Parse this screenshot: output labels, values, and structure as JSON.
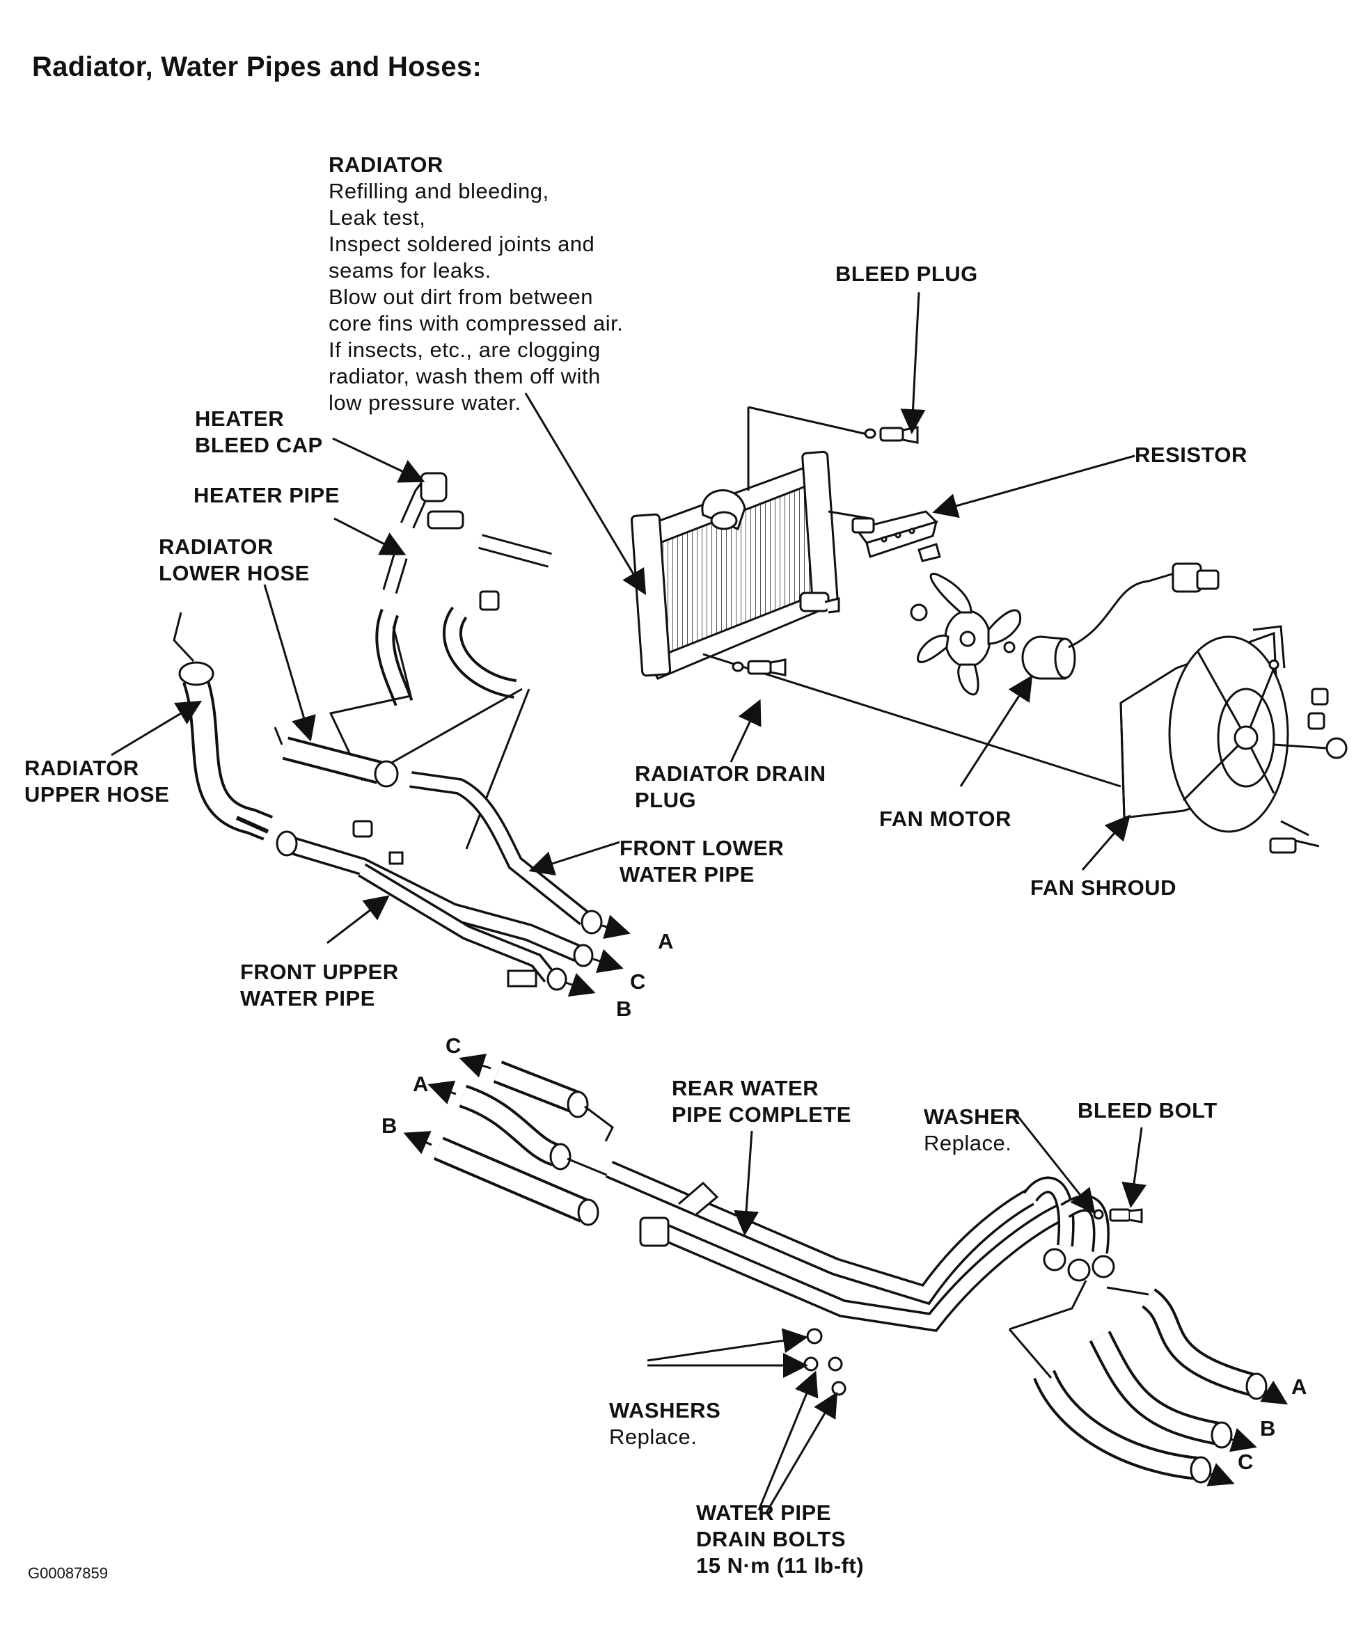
{
  "title": "Radiator, Water Pipes and Hoses:",
  "figure_id": "G00087859",
  "labels": {
    "radiator": {
      "heading": "RADIATOR",
      "note": "Refilling and bleeding,\nLeak test,\nInspect soldered joints and\nseams for leaks.\nBlow out dirt from between\ncore fins with compressed air.\nIf insects, etc., are clogging\nradiator, wash them off with\nlow pressure water."
    },
    "bleed_plug": "BLEED PLUG",
    "resistor": "RESISTOR",
    "heater_bleed_cap": "HEATER\nBLEED CAP",
    "heater_pipe": "HEATER PIPE",
    "radiator_lower_hose": "RADIATOR\nLOWER HOSE",
    "radiator_upper_hose": "RADIATOR\nUPPER HOSE",
    "radiator_drain_plug": "RADIATOR DRAIN\nPLUG",
    "fan_motor": "FAN MOTOR",
    "fan_shroud": "FAN SHROUD",
    "front_lower_water_pipe": "FRONT LOWER\nWATER PIPE",
    "front_upper_water_pipe": "FRONT UPPER\nWATER PIPE",
    "rear_water_pipe_complete": "REAR WATER\nPIPE COMPLETE",
    "washer": {
      "heading": "WASHER",
      "note": "Replace."
    },
    "bleed_bolt": "BLEED BOLT",
    "washers": {
      "heading": "WASHERS",
      "note": "Replace."
    },
    "water_pipe_drain_bolts": "WATER PIPE\nDRAIN BOLTS\n15 N·m (11 lb-ft)"
  },
  "connection_letters": {
    "front_a": "A",
    "front_c": "C",
    "front_b": "B",
    "rear_c": "C",
    "rear_a": "A",
    "rear_b": "B",
    "right_a": "A",
    "right_b": "B",
    "right_c": "C"
  }
}
